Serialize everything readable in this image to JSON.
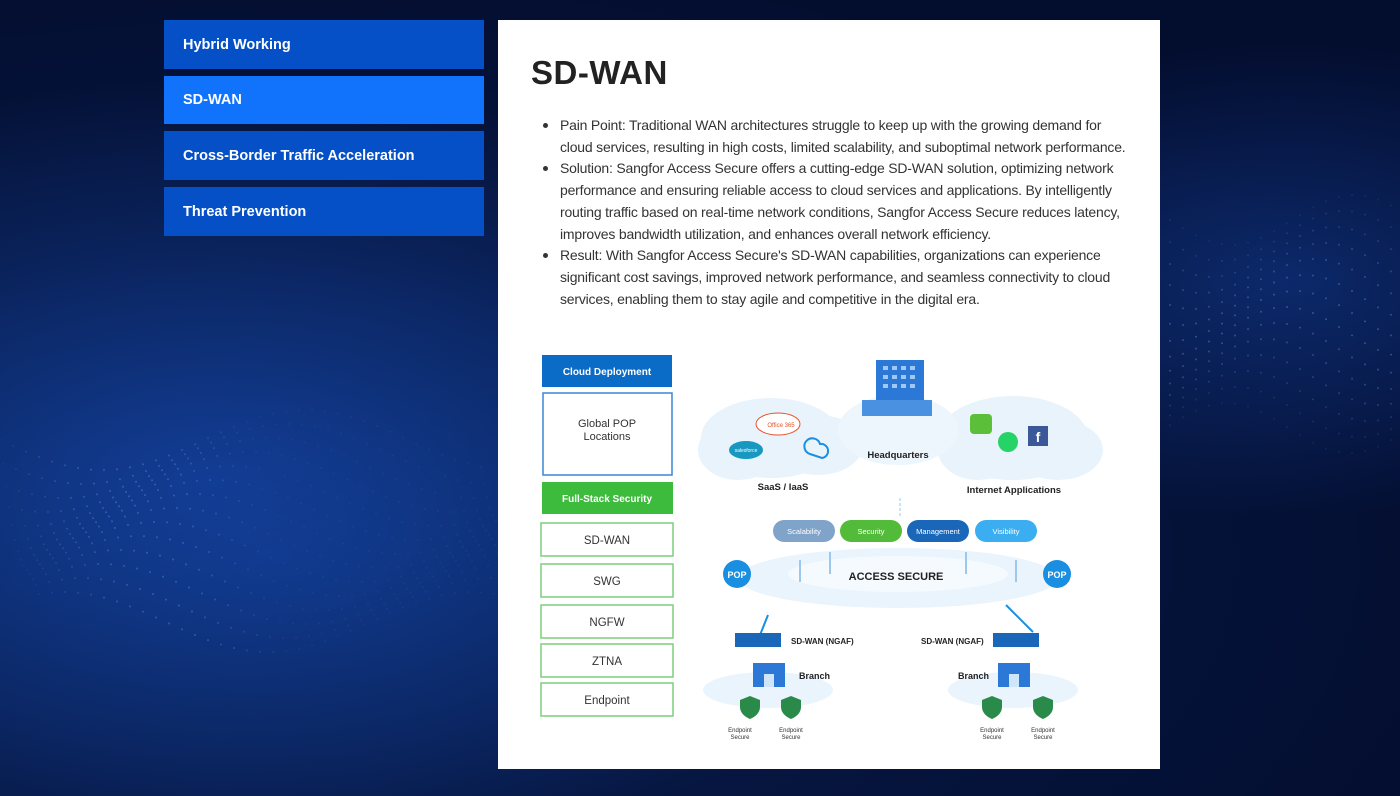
{
  "tabs": [
    {
      "label": "Hybrid Working",
      "active": false
    },
    {
      "label": "SD-WAN",
      "active": true
    },
    {
      "label": "Cross-Border Traffic Acceleration",
      "active": false
    },
    {
      "label": "Threat Prevention",
      "active": false
    }
  ],
  "content": {
    "title": "SD-WAN",
    "bullets": [
      "Pain Point: Traditional WAN architectures struggle to keep up with the growing demand for cloud services, resulting in high costs, limited scalability, and suboptimal network performance.",
      "Solution: Sangfor Access Secure offers a cutting-edge SD-WAN solution, optimizing network performance and ensuring reliable access to cloud services and applications. By intelligently routing traffic based on real-time network conditions, Sangfor Access Secure reduces latency, improves bandwidth utilization, and enhances overall network efficiency.",
      "Result: With Sangfor Access Secure's SD-WAN capabilities, organizations can experience significant cost savings, improved network performance, and seamless connectivity to cloud services, enabling them to stay agile and competitive in the digital era."
    ]
  },
  "diagram": {
    "cloud_deployment": "Cloud Deployment",
    "global_pop_line1": "Global POP",
    "global_pop_line2": "Locations",
    "full_stack": "Full-Stack Security",
    "stack_items": [
      "SD-WAN",
      "SWG",
      "NGFW",
      "ZTNA",
      "Endpoint"
    ],
    "office365": "Office 365",
    "salesforce": "salesforce",
    "saas": "SaaS / IaaS",
    "headquarters": "Headquarters",
    "internet_apps": "Internet Applications",
    "pills": [
      "Scalability",
      "Security",
      "Management",
      "Visibility"
    ],
    "pop": "POP",
    "access_secure": "ACCESS SECURE",
    "sdwan_ngaf": "SD-WAN (NGAF)",
    "branch": "Branch",
    "endpoint_line1": "Endpoint",
    "endpoint_line2": "Secure",
    "colors": {
      "tab_bg": "#0550c7",
      "tab_active": "#1173fb",
      "cloud_deploy": "#0a6cc7",
      "full_stack": "#3dbb3d"
    }
  }
}
